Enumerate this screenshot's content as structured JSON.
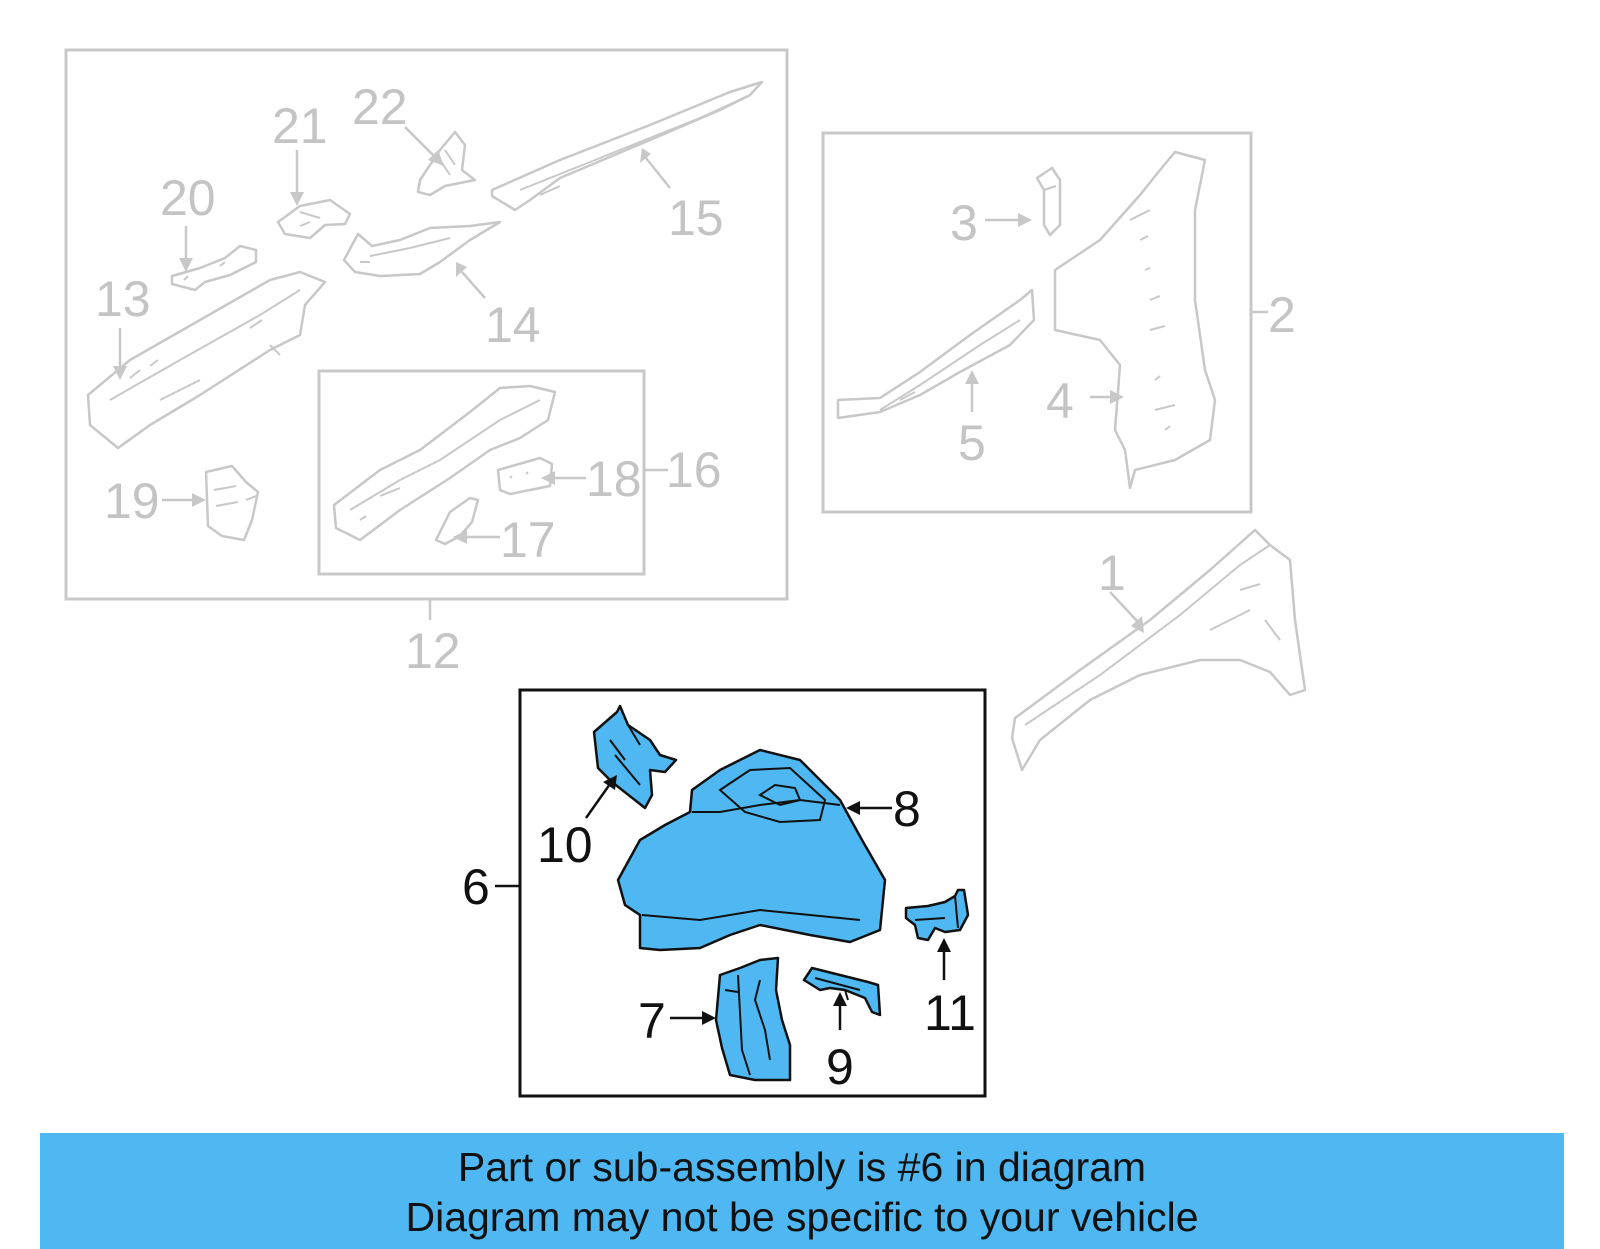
{
  "callouts": {
    "n1": "1",
    "n2": "2",
    "n3": "3",
    "n4": "4",
    "n5": "5",
    "n6": "6",
    "n7": "7",
    "n8": "8",
    "n9": "9",
    "n10": "10",
    "n11": "11",
    "n12": "12",
    "n13": "13",
    "n14": "14",
    "n15": "15",
    "n16": "16",
    "n17": "17",
    "n18": "18",
    "n19": "19",
    "n20": "20",
    "n21": "21",
    "n22": "22"
  },
  "highlighted_part": "6",
  "colors": {
    "highlight": "#4fb7f1",
    "inactive_part": "#c8c8c8",
    "active_outline": "#111111"
  },
  "banner": {
    "line1": "Part or sub-assembly is #6 in diagram",
    "line2": "Diagram may not be specific to your vehicle"
  }
}
